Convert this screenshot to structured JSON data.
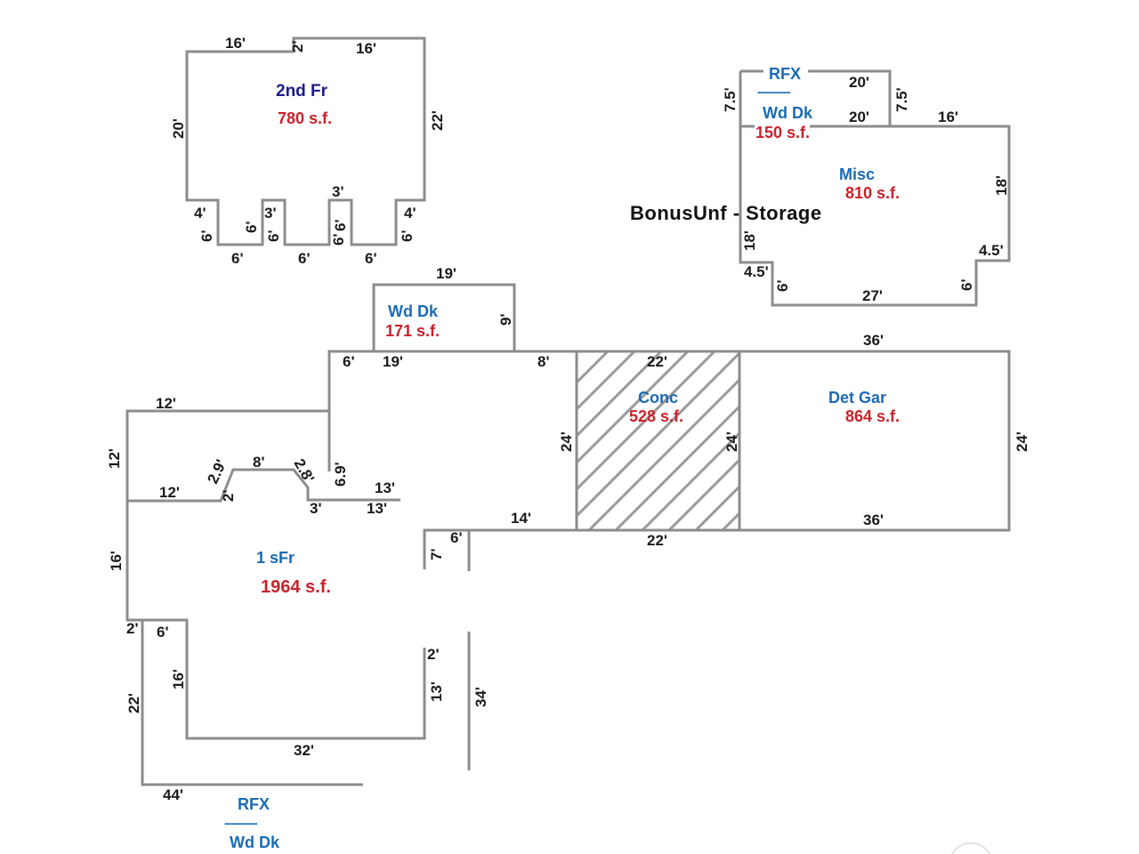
{
  "rooms": {
    "second_floor": {
      "name": "2nd  Fr",
      "area": "780 s.f."
    },
    "rfx_wd_dk_top": {
      "name_rfx": "RFX",
      "separator": "----------",
      "name_wd": "Wd Dk",
      "area": "150 s.f."
    },
    "misc": {
      "name": "Misc",
      "area": "810 s.f."
    },
    "bonus": {
      "label": "BonusUnf - Storage"
    },
    "wd_dk_mid": {
      "name": "Wd Dk",
      "area": "171 s.f."
    },
    "conc": {
      "name": "Conc",
      "area": "528 s.f."
    },
    "det_gar": {
      "name": "Det Gar",
      "area": "864 s.f."
    },
    "first_floor": {
      "name": "1 sFr",
      "area": "1964 s.f."
    },
    "rfx_wd_dk_bottom": {
      "name_rfx": "RFX",
      "separator": "----------",
      "name_wd": "Wd Dk"
    }
  },
  "dimensions": {
    "second_floor": [
      "16'",
      "2'",
      "16'",
      "20'",
      "22'",
      "4'",
      "6'",
      "6'",
      "3'",
      "6'",
      "3'",
      "6'",
      "6'",
      "4'",
      "6'",
      "6'",
      "6'",
      "6'"
    ],
    "rfx_misc": [
      "20'",
      "7.5'",
      "7.5'",
      "20'",
      "16'",
      "18'",
      "18'",
      "4.5'",
      "4.5'",
      "6'",
      "27'",
      "6'"
    ],
    "wd_dk_mid": [
      "19'",
      "9'"
    ],
    "first_floor": [
      "6'",
      "19'",
      "8'",
      "12'",
      "12'",
      "12'",
      "2.9'",
      "8'",
      "2.8'",
      "6.9'",
      "13'",
      "2'",
      "3'",
      "13'",
      "14'",
      "6'",
      "7'",
      "16'",
      "2'",
      "6'",
      "16'",
      "2'",
      "13'",
      "34'",
      "22'",
      "32'",
      "44'"
    ],
    "conc": [
      "22'",
      "24'",
      "24'",
      "22'"
    ],
    "det_gar": [
      "36'",
      "24'",
      "36'"
    ]
  }
}
